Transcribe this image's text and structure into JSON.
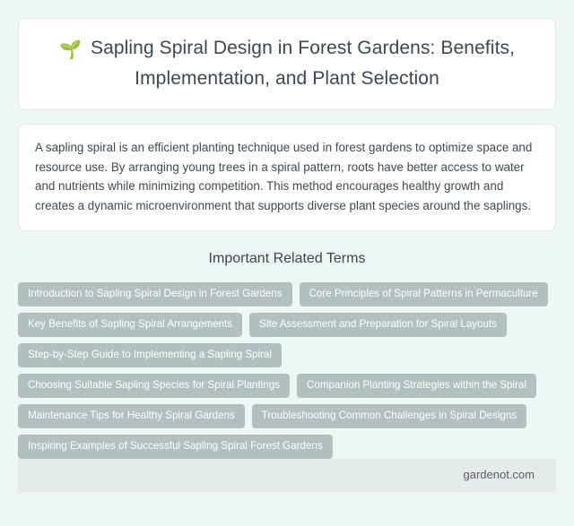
{
  "header": {
    "emoji": "🌱",
    "emoji_name": "seedling-emoji",
    "title": "Sapling Spiral Design in Forest Gardens: Benefits, Implementation, and Plant Selection"
  },
  "description": {
    "text": "A sapling spiral is an efficient planting technique used in forest gardens to optimize space and resource use. By arranging young trees in a spiral pattern, roots have better access to water and nutrients while minimizing competition. This method encourages healthy growth and creates a dynamic microenvironment that supports diverse plant species around the saplings."
  },
  "terms": {
    "heading": "Important Related Terms",
    "items": [
      "Introduction to Sapling Spiral Design in Forest Gardens",
      "Core Principles of Spiral Patterns in Permaculture",
      "Key Benefits of Sapling Spiral Arrangements",
      "Site Assessment and Preparation for Spiral Layouts",
      "Step-by-Step Guide to Implementing a Sapling Spiral",
      "Choosing Suitable Sapling Species for Spiral Plantings",
      "Companion Planting Strategies within the Spiral",
      "Maintenance Tips for Healthy Spiral Gardens",
      "Troubleshooting Common Challenges in Spiral Designs",
      "Inspiring Examples of Successful Sapling Spiral Forest Gardens"
    ]
  },
  "footer": {
    "site": "gardenot.com"
  },
  "colors": {
    "page_background": "#eef7f4",
    "card_background": "#ffffff",
    "card_border": "#e2e6ef",
    "tag_background": "#b2c1bf",
    "tag_text": "#ffffff",
    "heading_text": "#3b4650",
    "body_text": "#3e4a52",
    "footer_background": "#e4ebe8",
    "footer_text": "#59636b"
  }
}
